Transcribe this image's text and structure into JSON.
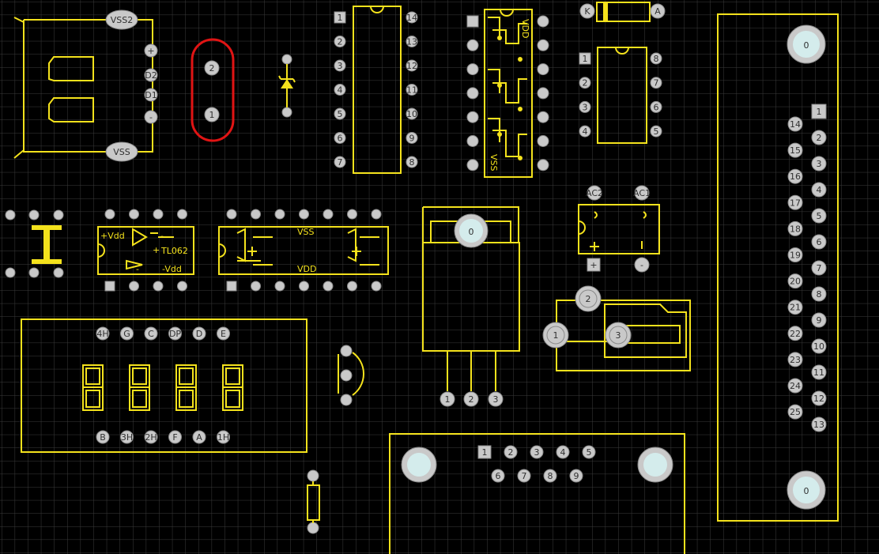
{
  "canvas": {
    "background": "#000000",
    "grid_color": "#3c3c3c",
    "outline_color": "#f4e21c",
    "selected_color": "#e01414",
    "pad_color": "#c9c9c9"
  },
  "components": {
    "sensor": {
      "vss2": "VSS2",
      "vss": "VSS",
      "plus": "+",
      "d2": "D2",
      "d1": "D1",
      "minus": "-"
    },
    "crystal": {
      "pad2": "2",
      "pad1": "1",
      "selected": true
    },
    "dip14": {
      "pins_left": [
        "1",
        "2",
        "3",
        "4",
        "5",
        "6",
        "7"
      ],
      "pins_right": [
        "14",
        "13",
        "12",
        "11",
        "10",
        "9",
        "8"
      ]
    },
    "optocoupler": {
      "vdd": "VDD",
      "vss": "VSS"
    },
    "diode": {
      "k": "K",
      "a": "A"
    },
    "dip8": {
      "pins_left": [
        "1",
        "2",
        "3",
        "4"
      ],
      "pins_right": [
        "8",
        "7",
        "6",
        "5"
      ]
    },
    "opamp": {
      "vdd_plus": "+Vdd",
      "minus_top": "-",
      "plus": "+",
      "part": "TL062",
      "minus_bottom": "-",
      "vdd_minus": "-Vdd"
    },
    "quad_opamp": {
      "vss": "VSS",
      "vdd": "VDD"
    },
    "regulator": {
      "tab": "0",
      "pins": [
        "1",
        "2",
        "3"
      ]
    },
    "bridge": {
      "ac_left": "AC2",
      "ac_right": "AC1",
      "plus": "+",
      "minus": "-"
    },
    "potentiometer": {
      "pins": [
        "2",
        "1",
        "3"
      ]
    },
    "seven_segment": {
      "digits": "8888",
      "top_pins": [
        "4H",
        "G",
        "C",
        "DP",
        "D",
        "E"
      ],
      "bottom_pins": [
        "B",
        "3H",
        "2H",
        "F",
        "A",
        "1H"
      ]
    },
    "db9": {
      "top_pins": [
        "1",
        "2",
        "3",
        "4",
        "5"
      ],
      "bottom_pins": [
        "6",
        "7",
        "8",
        "9"
      ]
    },
    "db25": {
      "left_pins": [
        "14",
        "15",
        "16",
        "17",
        "18",
        "19",
        "20",
        "21",
        "22",
        "23",
        "24",
        "25"
      ],
      "right_pins": [
        "1",
        "2",
        "3",
        "4",
        "5",
        "6",
        "7",
        "8",
        "9",
        "10",
        "11",
        "12",
        "13"
      ],
      "mount_top": "0",
      "mount_bottom": "0"
    }
  }
}
